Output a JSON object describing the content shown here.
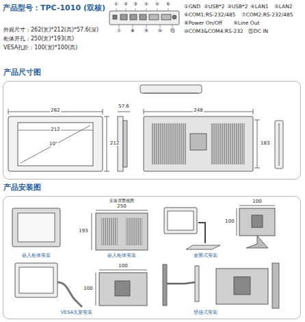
{
  "diagram": {
    "title": "产品型号：TPC-1010 (双核)",
    "nodes": [
      {
        "text": [
          "产品尺寸图"
        ]
      },
      {
        "text": [
          "产品安装图"
        ]
      }
    ],
    "labels": [
      "外观尺寸：262(宽)*212(高)*57.6(深)",
      "柜体开孔：250(宽)*193(高)",
      "VESA孔距：100(宽)*100(高)",
      "①",
      "②",
      "③",
      "④",
      "⑤",
      "⑥",
      "⑦",
      "⑧",
      "⑨",
      "⑩",
      "⑪",
      "①GND",
      "②USB*2",
      "③USB*2",
      "④LAN1",
      "⑤LAN2",
      "⑥COM1:RS-232/485",
      "⑦COM2:RS-232/485",
      "⑧Power On/Off",
      "⑨Line Out",
      "⑩COM3&COM4:RS-232",
      "⑪DC IN",
      "262",
      "212",
      "10\"",
      "212",
      "57.6",
      "248",
      "183",
      "安装背面视图",
      "250",
      "193",
      "100",
      "100",
      "100",
      "100",
      "嵌入柜体安装",
      "嵌入柜体安装",
      "桌面式安装",
      "VESA支架安装",
      "壁挂式安装"
    ]
  }
}
